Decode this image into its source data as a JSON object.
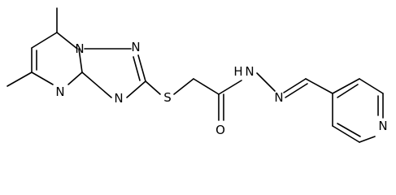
{
  "molecule": {
    "atoms": [
      {
        "id": "n_top",
        "label": "N"
      },
      {
        "id": "n_ring_right",
        "label": "N"
      },
      {
        "id": "n_ring_lower",
        "label": "N"
      },
      {
        "id": "n_pyrimidine",
        "label": "N"
      },
      {
        "id": "s",
        "label": "S"
      },
      {
        "id": "o",
        "label": "O"
      },
      {
        "id": "nh",
        "label": "N"
      },
      {
        "id": "h",
        "label": "H"
      },
      {
        "id": "n_imine",
        "label": "N"
      },
      {
        "id": "n_pyridine",
        "label": "N"
      }
    ]
  }
}
